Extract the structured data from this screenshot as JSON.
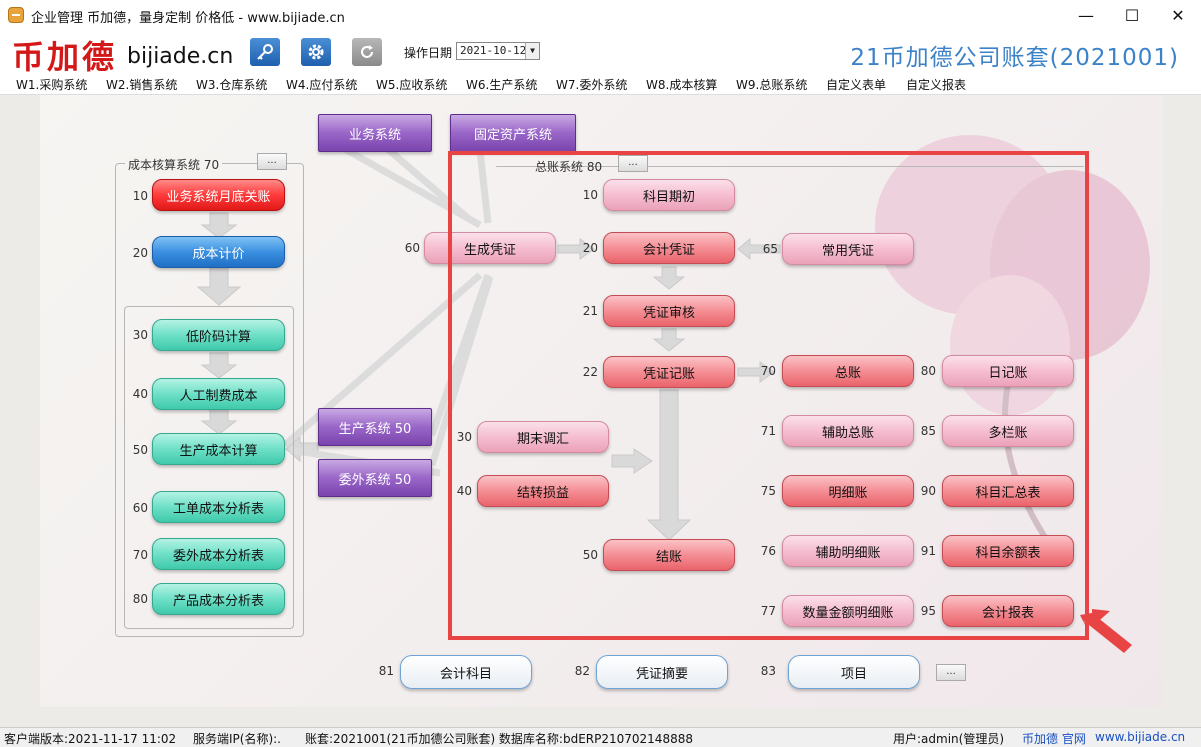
{
  "window": {
    "title": "企业管理 币加德，量身定制 价格低 - www.bijiade.cn",
    "min_glyph": "—",
    "max_glyph": "☐",
    "close_glyph": "✕"
  },
  "header": {
    "logo_cn": "币加德",
    "logo_en": "bijiade.cn",
    "op_date_label": "操作日期",
    "op_date_value": "2021-10-12",
    "company_title": "21币加德公司账套(2021001)",
    "tool_icons": [
      "key-icon",
      "gear-icon",
      "refresh-icon"
    ]
  },
  "menu": [
    "W1.采购系统",
    "W2.销售系统",
    "W3.仓库系统",
    "W4.应付系统",
    "W5.应收系统",
    "W6.生产系统",
    "W7.委外系统",
    "W8.成本核算",
    "W9.总账系统",
    "自定义表单",
    "自定义报表"
  ],
  "top_nodes": {
    "business": "业务系统",
    "fixed_assets": "固定资产系统"
  },
  "cost_group": {
    "label": "成本核算系统  70",
    "more": "...",
    "items": [
      {
        "num": "10",
        "label": "业务系统月底关账"
      },
      {
        "num": "20",
        "label": "成本计价"
      },
      {
        "num": "30",
        "label": "低阶码计算"
      },
      {
        "num": "40",
        "label": "人工制费成本"
      },
      {
        "num": "50",
        "label": "生产成本计算"
      },
      {
        "num": "60",
        "label": "工单成本分析表"
      },
      {
        "num": "70",
        "label": "委外成本分析表"
      },
      {
        "num": "80",
        "label": "产品成本分析表"
      }
    ]
  },
  "side_nodes": {
    "production": "生产系统 50",
    "outsourcing": "委外系统 50"
  },
  "gl_group": {
    "label": "总账系统  80",
    "more": "...",
    "gen_voucher": {
      "num": "60",
      "label": "生成凭证"
    },
    "items": {
      "opening": {
        "num": "10",
        "label": "科目期初"
      },
      "voucher": {
        "num": "20",
        "label": "会计凭证"
      },
      "common_voucher": {
        "num": "65",
        "label": "常用凭证"
      },
      "audit": {
        "num": "21",
        "label": "凭证审核"
      },
      "posting": {
        "num": "22",
        "label": "凭证记账"
      },
      "period_adjust": {
        "num": "30",
        "label": "期末调汇"
      },
      "carry_over": {
        "num": "40",
        "label": "结转损益"
      },
      "close": {
        "num": "50",
        "label": "结账"
      },
      "general_ledger": {
        "num": "70",
        "label": "总账"
      },
      "aux_general": {
        "num": "71",
        "label": "辅助总账"
      },
      "detail": {
        "num": "75",
        "label": "明细账"
      },
      "aux_detail": {
        "num": "76",
        "label": "辅助明细账"
      },
      "qty_amount_detail": {
        "num": "77",
        "label": "数量金额明细账"
      },
      "journal": {
        "num": "80",
        "label": "日记账"
      },
      "multi_column": {
        "num": "85",
        "label": "多栏账"
      },
      "subject_summary": {
        "num": "90",
        "label": "科目汇总表"
      },
      "subject_balance": {
        "num": "91",
        "label": "科目余额表"
      },
      "accounting_report": {
        "num": "95",
        "label": "会计报表"
      }
    }
  },
  "bottom_nodes": [
    {
      "num": "81",
      "label": "会计科目"
    },
    {
      "num": "82",
      "label": "凭证摘要"
    },
    {
      "num": "83",
      "label": "项目"
    }
  ],
  "bottom_more": "...",
  "status": {
    "client_version": "客户端版本:2021-11-17 11:02",
    "server_ip": "服务端IP(名称):.",
    "account": "账套:2021001(21币加德公司账套) 数据库名称:bdERP210702148888",
    "user": "用户:admin(管理员)",
    "site_label": "币加德 官网",
    "site_url": "www.bijiade.cn"
  }
}
